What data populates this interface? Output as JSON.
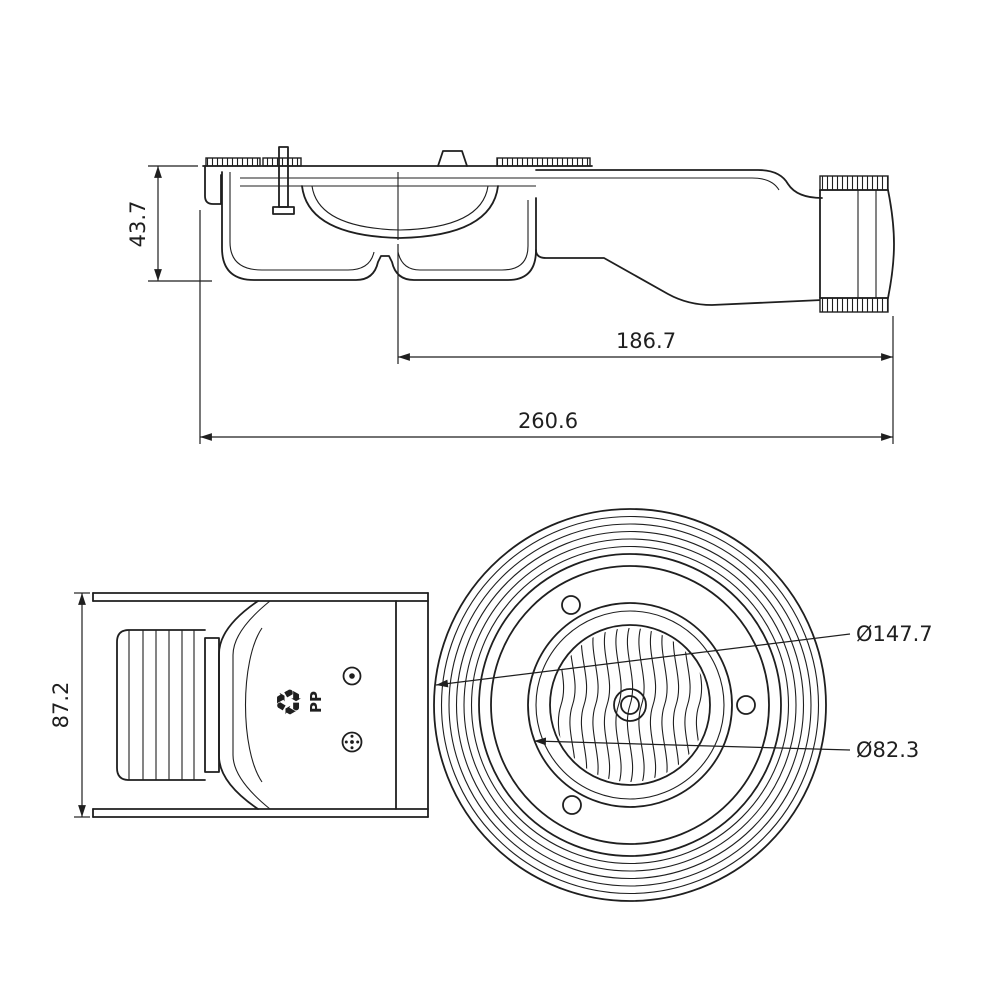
{
  "colors": {
    "background": "#ffffff",
    "line": "#1f1f1f"
  },
  "side_view": {
    "height_dim": "43.7",
    "outlet_length_dim": "186.7",
    "overall_length_dim": "260.6"
  },
  "bottom_view": {
    "height_dim": "87.2",
    "recycle_symbol": "♻",
    "material_label": "PP"
  },
  "top_view": {
    "outer_diameter_dim": "Ø147.7",
    "grate_diameter_dim": "Ø82.3"
  }
}
